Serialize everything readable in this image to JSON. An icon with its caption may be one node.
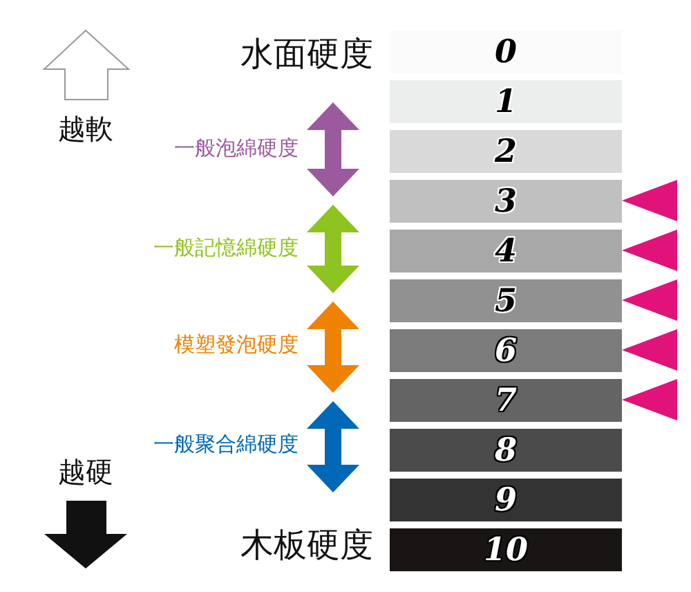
{
  "diagram": {
    "nodes": [
      {
        "text": [
          "0"
        ]
      },
      {
        "text": [
          "1"
        ]
      },
      {
        "text": [
          "2"
        ]
      },
      {
        "text": [
          "3"
        ]
      },
      {
        "text": [
          "4"
        ]
      },
      {
        "text": [
          "5"
        ]
      },
      {
        "text": [
          "6"
        ]
      },
      {
        "text": [
          "7"
        ]
      },
      {
        "text": [
          "8"
        ]
      },
      {
        "text": [
          "9"
        ]
      },
      {
        "text": [
          "10"
        ]
      }
    ],
    "labels": [
      "水面硬度",
      "越軟",
      "一般泡綿硬度",
      "一般記憶綿硬度",
      "模塑發泡硬度",
      "一般聚合綿硬度",
      "越硬",
      "木板硬度"
    ]
  }
}
